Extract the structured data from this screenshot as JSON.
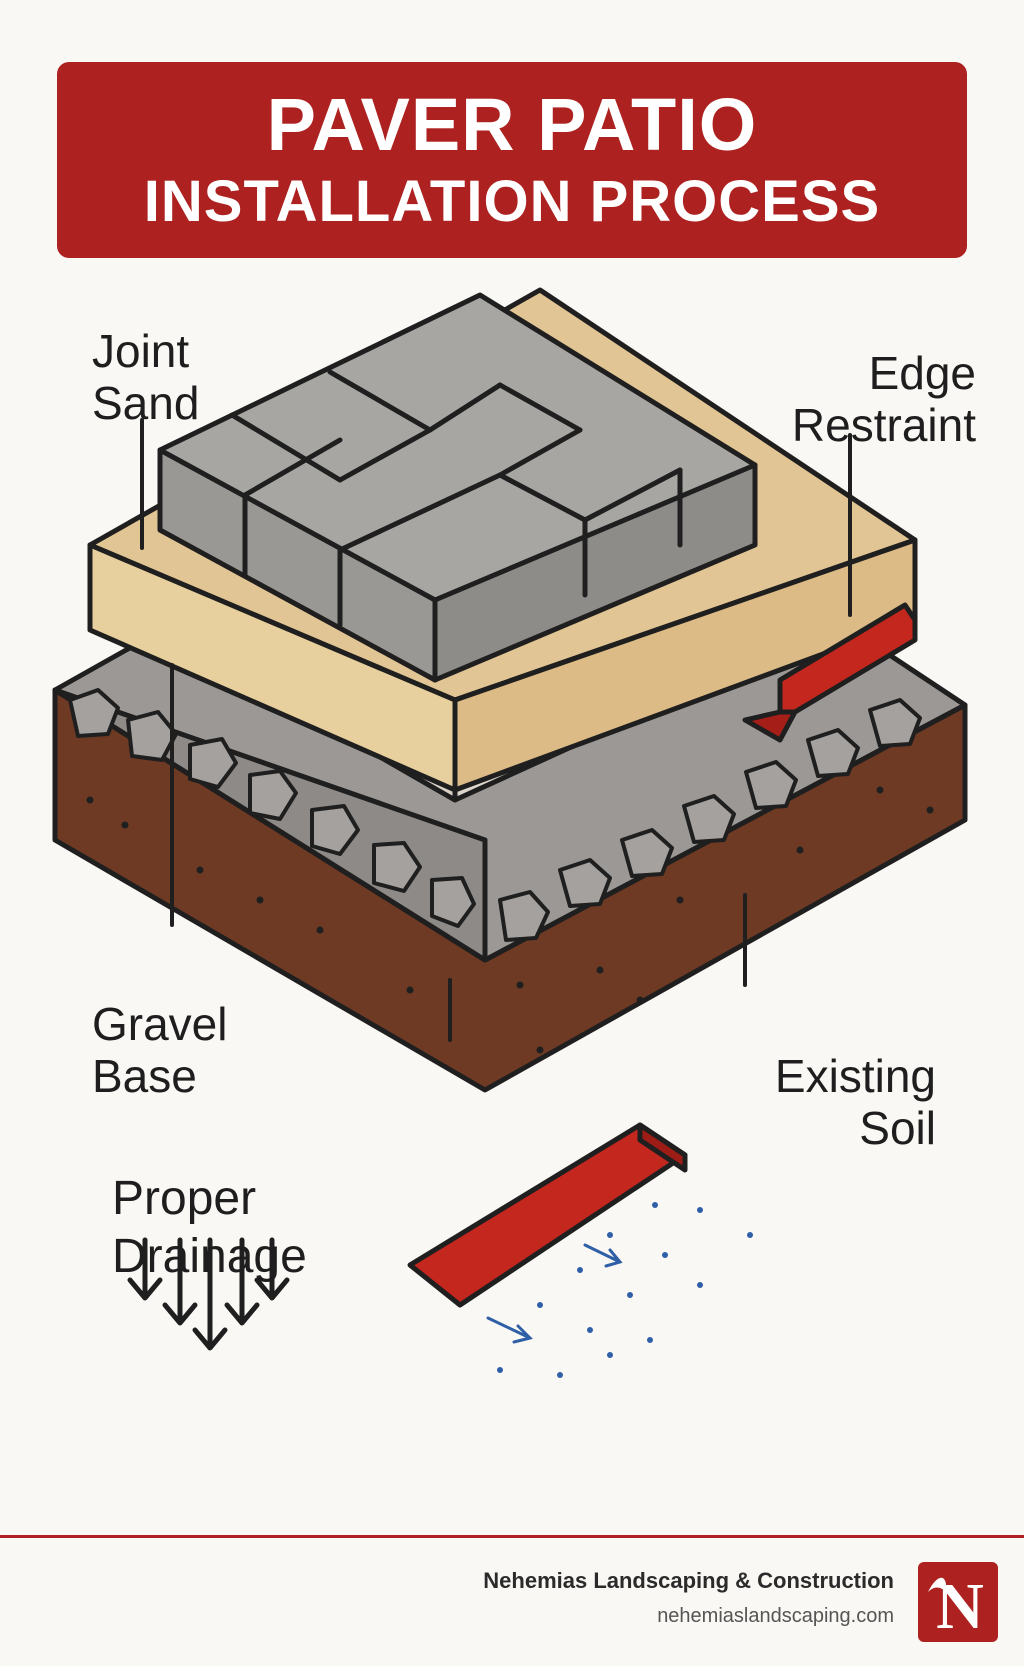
{
  "title": {
    "line1": "PAVER PATIO",
    "line2": "INSTALLATION PROCESS"
  },
  "labels": {
    "joint_sand": [
      "Joint",
      "Sand"
    ],
    "edge_restraint": [
      "Edge",
      "Restraint"
    ],
    "gravel_base": [
      "Gravel",
      "Base"
    ],
    "existing_soil": [
      "Existing",
      "Soil"
    ],
    "proper_drainage": [
      "Proper",
      "Drainage"
    ]
  },
  "footer": {
    "company": "Nehemias Landscaping & Construction",
    "url": "nehemiaslandscaping.com",
    "logo_letter": "N"
  },
  "colors": {
    "brand_red": "#ad2220",
    "paver_gray": "#a8a6a3",
    "sand": "#e2c594",
    "soil": "#6e3a24",
    "drain_blue": "#2f5fa6"
  }
}
